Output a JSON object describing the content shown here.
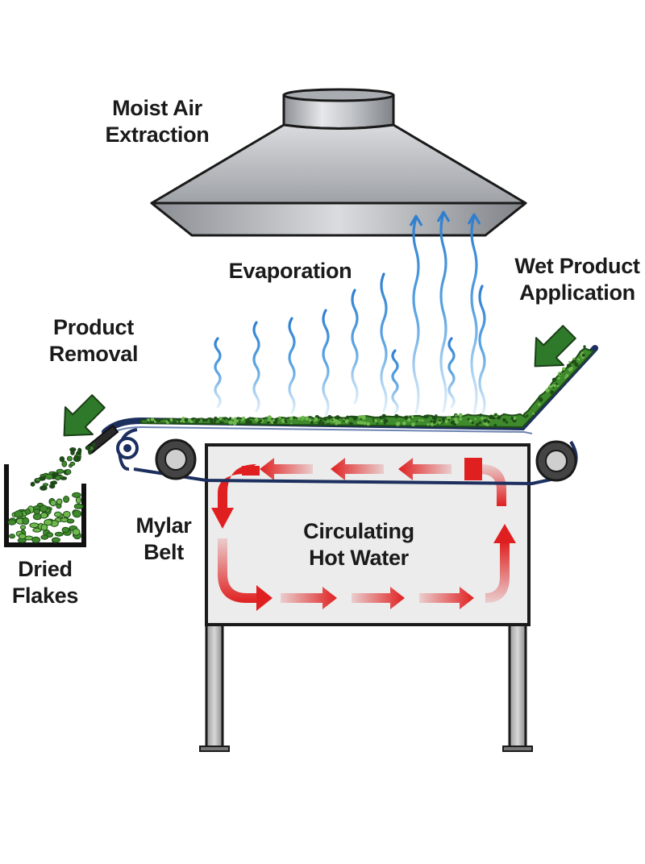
{
  "labels": {
    "moist_air": {
      "line1": "Moist Air",
      "line2": "Extraction"
    },
    "evaporation": "Evaporation",
    "wet_product": {
      "line1": "Wet Product",
      "line2": "Application"
    },
    "product_removal": {
      "line1": "Product",
      "line2": "Removal"
    },
    "mylar_belt": {
      "line1": "Mylar",
      "line2": "Belt"
    },
    "circulating": {
      "line1": "Circulating",
      "line2": "Hot Water"
    },
    "dried_flakes": {
      "line1": "Dried",
      "line2": "Flakes"
    }
  },
  "icons": {
    "hood": "exhaust-hood-icon",
    "steam": "steam-wave-icon",
    "feed_arrow": "down-left-arrow-icon",
    "flow_arrow": "red-flow-arrow-icon",
    "roller": "roller-icon",
    "bin": "collection-bin-icon"
  },
  "colors": {
    "product_green": "#3e8a2c",
    "product_dark": "#1f4d17",
    "steam_blue": "#4a9be0",
    "hot_water_red": "#e02020",
    "belt_navy": "#1c2f5e",
    "arrow_green": "#2f7a2a",
    "tank_gray": "#ececec",
    "hood_steel": "#b9bcc0"
  }
}
